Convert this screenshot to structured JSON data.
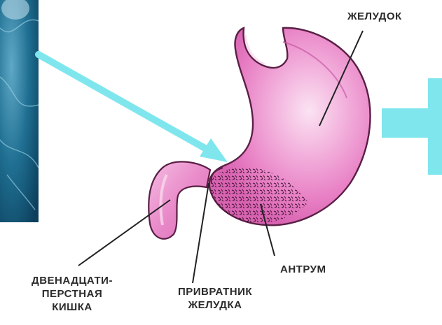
{
  "labels": {
    "stomach": "ЖЕЛУДОК",
    "antrum": "АНТРУМ",
    "duodenum": [
      "ДВЕНАДЦАТИ-",
      "ПЕРСТНАЯ",
      "КИШКА"
    ],
    "pylorus": [
      "ПРИВРАТНИК",
      "ЖЕЛУДКА"
    ]
  },
  "colors": {
    "stomach_fill": "#e87fc4",
    "stomach_highlight": "#f6c6e6",
    "stomach_outline": "#5a1f45",
    "duodenum_fill": "#e98ac9",
    "arrow": "#7fe6ee",
    "scope_panel": "#1d6e8f",
    "label_text": "#2b2b2b",
    "leader_line": "#222222"
  },
  "icons": {
    "arrow_in": "cyan-arrow-icon",
    "arrow_out": "cyan-arrow-right-icon"
  }
}
